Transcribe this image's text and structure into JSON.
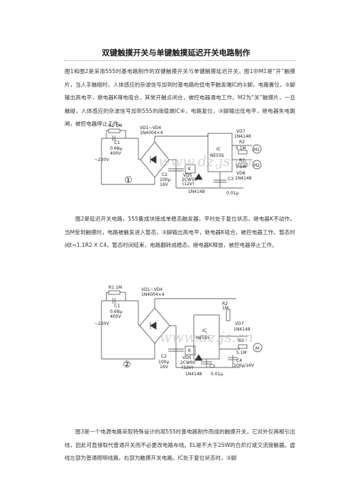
{
  "document": {
    "title": "双键触摸开关与单键触摸延迟开关电路制作",
    "paragraph1": "图1和图2是采用555时基电路制作的双键触摸开关与单键触摸延迟开关。图1中M1是“开”触摸片，当人手触碰时，人体感应的杂波信号加到时基电路的低电平触发端IC的②脚，电路置位，③脚输出高电平，继电器K得电吸合，其常开触点闭合，被控电器通电工作。M2为“关”触摸片，一旦触碰，人体感应的杂波信号加到555的阈值端IC⑥，电路复位，③脚输出低电平，继电器失电跳闸，被控电器停止工作。",
    "paragraph2": "图2是延迟开关电路，555集成块接成单稳态触发器，平时处于复位状态，继电器K不动作。当M受到触摸时，电路被触发进入暂态，③脚输出高电平，继电器K吸合，被控电器工作。暂态时间t=1.1R2 X C4，暂态时间结束，电路翻转成稳态，继电器K释放，被控电器停止工作。",
    "paragraph3": "图3是一个电源电路采取特殊设计的用555时基电路制作而成的触摸开关，它对外仅两根引出线，因此可直接取代普通开关而不必更改电路布线。EL是不大于25W的白炽灯或交流接触器。虚线左部为普通照明线路，右部为触摸开关电路。IC处于复位状态时，③脚"
  },
  "figure1": {
    "number": "①",
    "watermark": "www.dz.js.cn",
    "labels": {
      "r1": "R1 1M",
      "c1": "C1",
      "c1_val": "0.68μ",
      "c1_volt": "400V",
      "vac": "~220V",
      "bridge": "VD1~VD4",
      "bridge_type": "1N4004×4",
      "c2": "C2",
      "c2_val": "100μ",
      "c2_volt": "16V",
      "vd5": "VD5",
      "vd5_type": "2CW59",
      "vd5_volt": "(12V)",
      "k": "K",
      "ic": "IC",
      "ic_type": "NE555",
      "vd7": "VD7",
      "vd7_type": "1N4148",
      "r2": "R2",
      "r2_val": "5.1M",
      "r3": "R3",
      "r3_val": "5.1M",
      "vd8": "VD8",
      "vd8_type": "1N4148",
      "c3": "C3",
      "c3_val": "0.01μ",
      "m1": "M1",
      "m2": "M2",
      "vd6": "1N4148"
    }
  },
  "figure2": {
    "number": "②",
    "watermark": "www.dz.js.cn",
    "labels": {
      "r1": "R1 1M",
      "c1": "C1",
      "c1_val": "0.68μ",
      "c1_volt": "400V",
      "vac": "~220V",
      "bridge": "VD1~VD4",
      "bridge_type": "1N4004×4",
      "r2": "R2",
      "r2_val": "1M",
      "c2": "C2",
      "c2_val": "100μ",
      "c2_volt": "16V",
      "vd5": "VD5",
      "vd5_type": "2CW60",
      "vd5_volt": "(12V)",
      "k": "K",
      "ic": "IC",
      "ic_type": "NE555",
      "vd7": "VD7",
      "vd7_type": "1N4148",
      "r3": "R3",
      "r3_val": "5.1M",
      "c3": "C3",
      "c3_val": "0.01μ",
      "c4": "C4",
      "c4_val": "100μ/16V",
      "m": "M",
      "vd6": "1N4148"
    }
  }
}
